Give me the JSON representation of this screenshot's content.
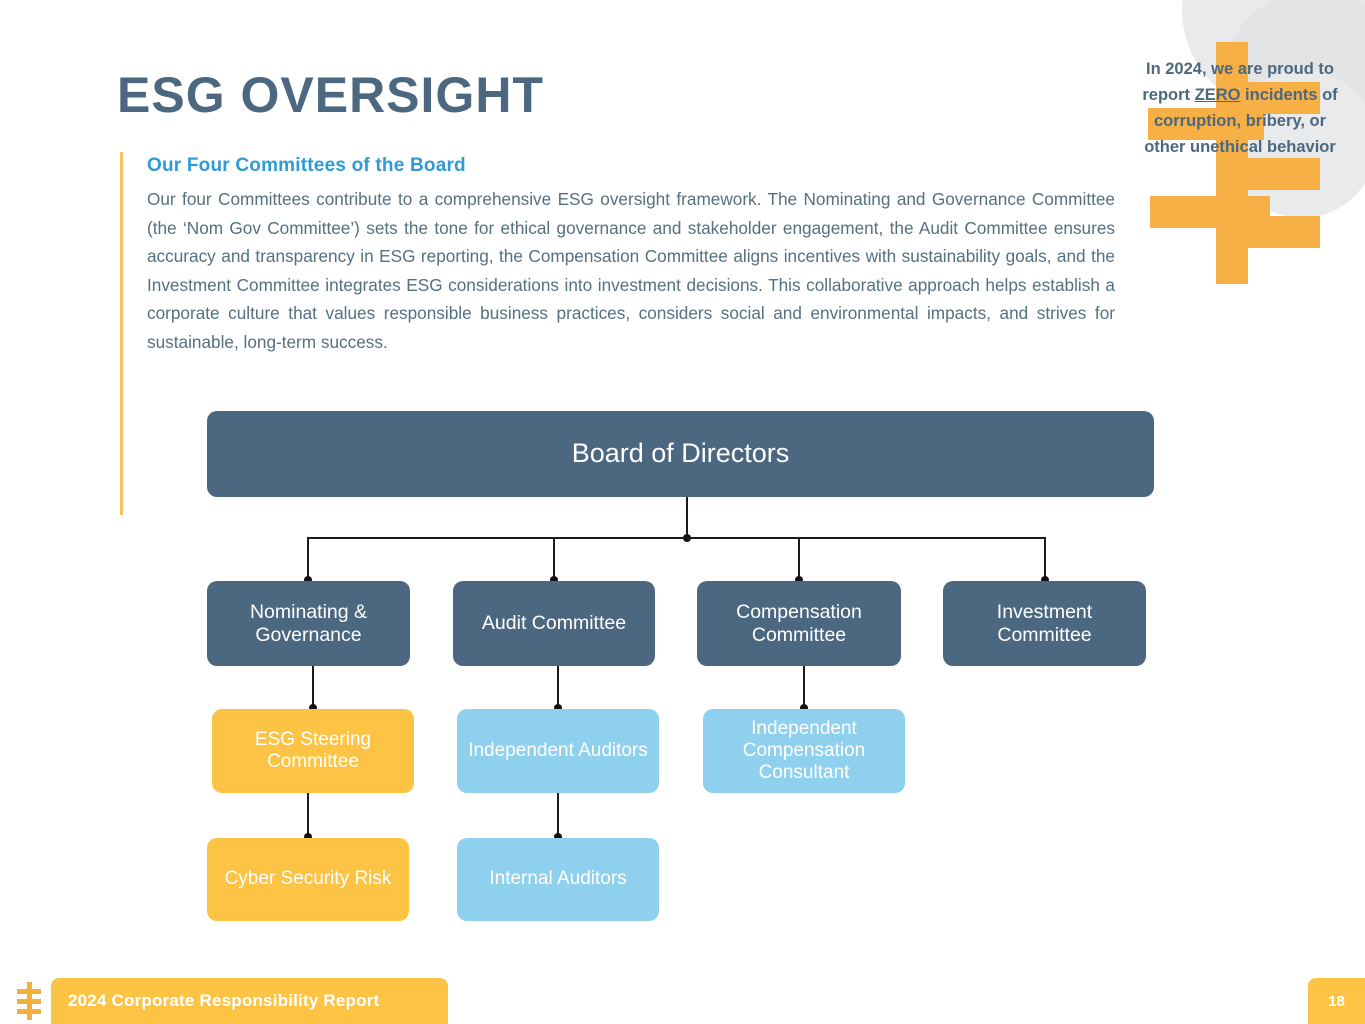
{
  "slide": {
    "title": "ESG OVERSIGHT",
    "subheading": "Our Four Committees of the Board",
    "body": "Our four Committees contribute to a comprehensive ESG oversight framework. The Nominating and Governance Committee (the ‘Nom Gov Committee’) sets the tone for ethical governance and stakeholder engagement, the Audit Committee ensures accuracy and transparency in ESG reporting, the Compensation Committee aligns incentives with sustainability goals, and the Investment Committee integrates ESG considerations into investment decisions. This collaborative approach helps establish a corporate culture that values responsible business practices, considers social and environmental impacts, and strives for sustainable, long-term success."
  },
  "callout": {
    "line1": "In 2024, we are proud to report ",
    "emphasis": "ZERO",
    "line2": " incidents of corruption, bribery, or other unethical behavior"
  },
  "org_chart": {
    "root": "Board of Directors",
    "committees": [
      "Nominating & Governance",
      "Audit Committee",
      "Compensation Committee",
      "Investment Committee"
    ],
    "sub_level_1": [
      "ESG Steering Committee",
      "Independent Auditors",
      "Independent Compensation Consultant"
    ],
    "sub_level_2": [
      "Cyber Security Risk",
      "Internal Auditors"
    ]
  },
  "footer": {
    "label": "2024 Corporate Responsibility Report",
    "page_number": "18"
  },
  "colors": {
    "dark_slate": "#4C6880",
    "orange": "#FDC345",
    "light_blue": "#8FD0EE",
    "heading_blue": "#2E9BD6",
    "accent_yellow": "#F6C45A",
    "body_text": "#55707f"
  }
}
